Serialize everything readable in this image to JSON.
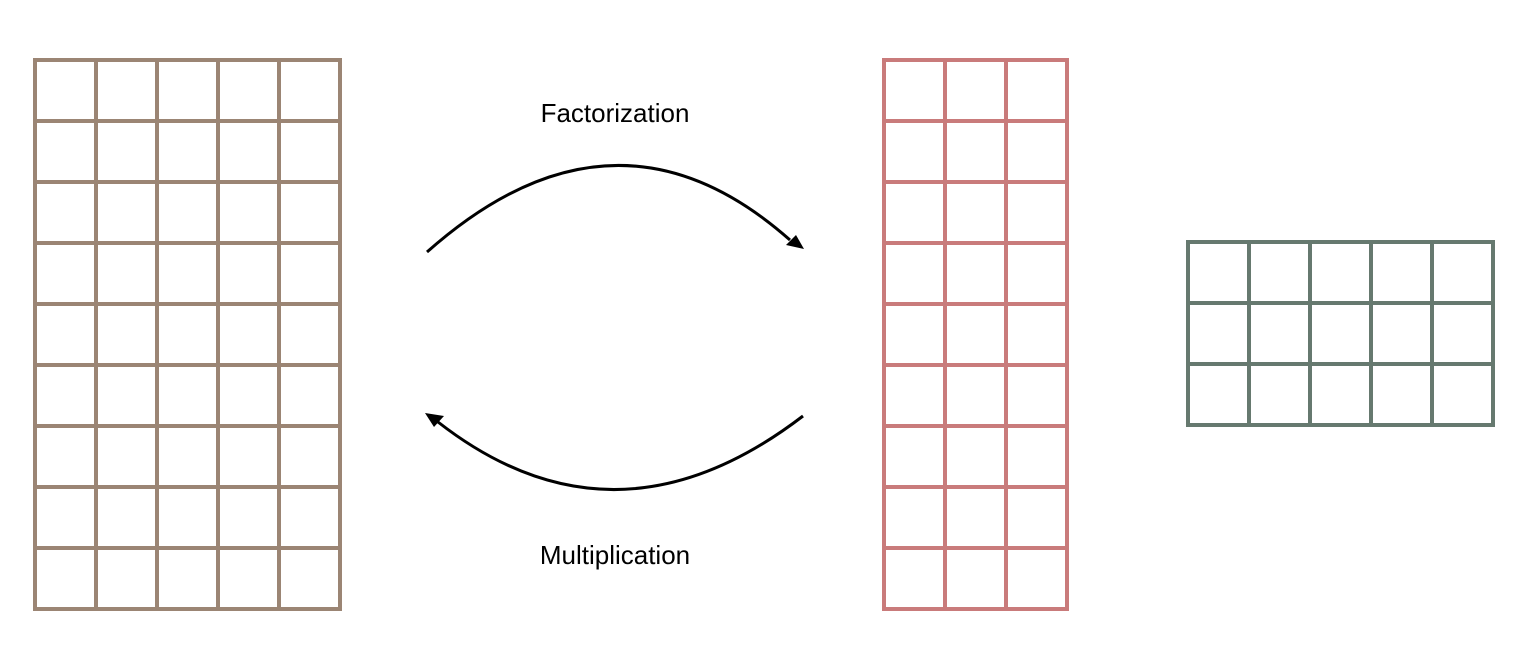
{
  "labels": {
    "top": "Factorization",
    "bottom": "Multiplication"
  },
  "matrices": [
    {
      "id": "original-matrix",
      "rows": 9,
      "cols": 5,
      "color": "#9b8574"
    },
    {
      "id": "left-factor-matrix",
      "rows": 9,
      "cols": 3,
      "color": "#c97b7b"
    },
    {
      "id": "right-factor-matrix",
      "rows": 3,
      "cols": 5,
      "color": "#66796f"
    }
  ],
  "arrow_color": "#000000"
}
